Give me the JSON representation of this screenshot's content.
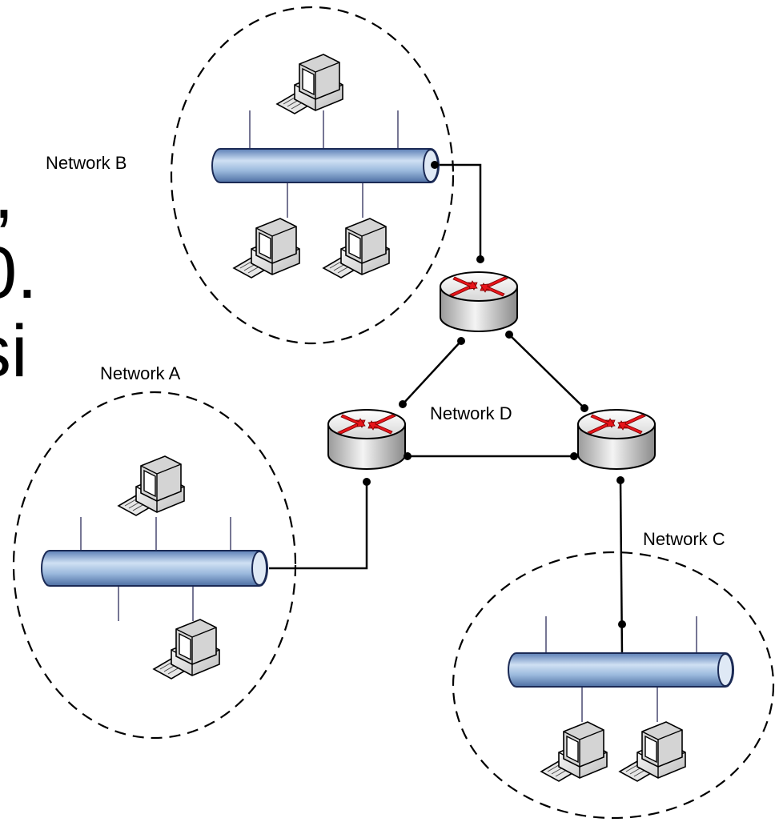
{
  "background_fragments": [
    ",",
    "0.",
    "si"
  ],
  "networks": {
    "a": {
      "label": "Network A"
    },
    "b": {
      "label": "Network B"
    },
    "c": {
      "label": "Network C"
    },
    "d": {
      "label": "Network D"
    }
  },
  "icons": {
    "router": "router-icon",
    "computer": "computer-icon",
    "bus": "network-bus-icon"
  },
  "colors": {
    "bus_fill": "#9bb9dd",
    "bus_stroke": "#1b2a55",
    "router_body": "#d9d9d9",
    "router_arrows": "#e8141a"
  }
}
